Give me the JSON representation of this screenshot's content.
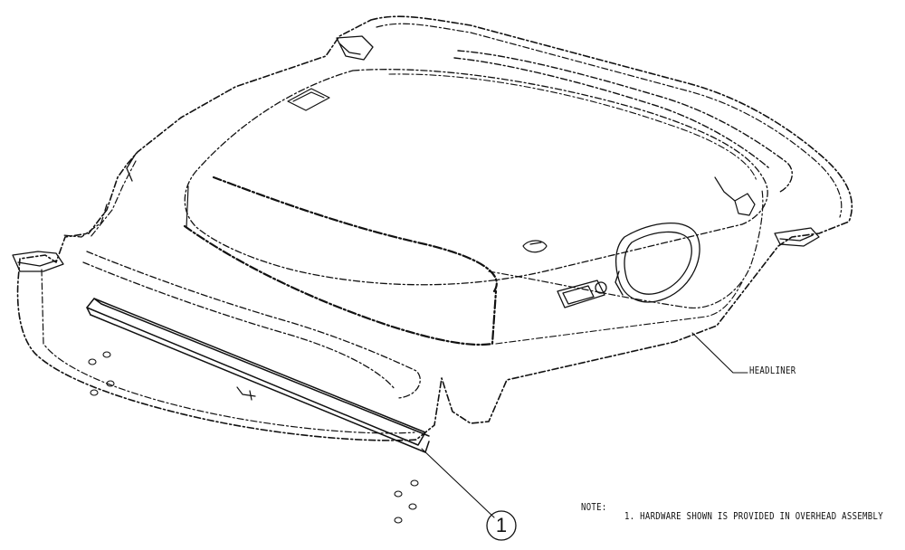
{
  "labels": {
    "headliner": "HEADLINER",
    "callout_number": "1"
  },
  "note": {
    "title": "NOTE:",
    "text": "1. HARDWARE SHOWN IS PROVIDED IN OVERHEAD ASSEMBLY"
  }
}
